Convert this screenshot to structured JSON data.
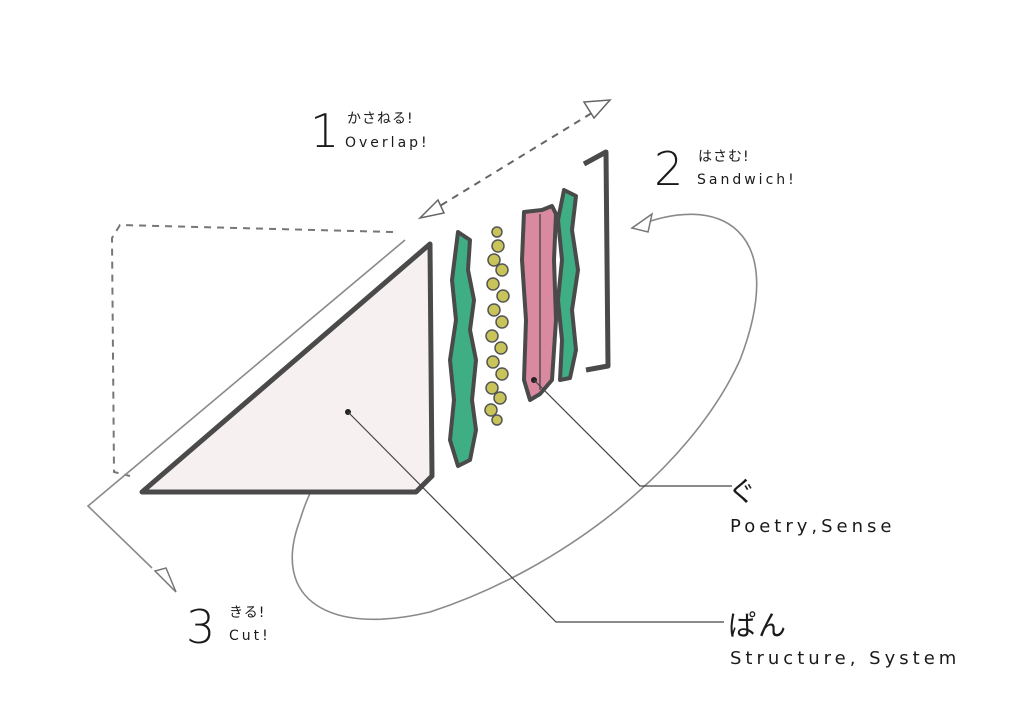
{
  "steps": [
    {
      "number": "1",
      "jp": "かさねる!",
      "en": "Overlap!"
    },
    {
      "number": "2",
      "jp": "はさむ!",
      "en": "Sandwich!"
    },
    {
      "number": "3",
      "jp": "きる!",
      "en": "Cut!"
    }
  ],
  "callouts": {
    "filling": {
      "jp": "ぐ",
      "en": "Poetry,Sense"
    },
    "bread": {
      "jp": "ぱん",
      "en": "Structure, System"
    }
  },
  "colors": {
    "ink": "#555555",
    "outline": "#4a4a4a",
    "bread_fill": "#f7f0f0",
    "lettuce": "#3fae85",
    "egg": "#c9c45a",
    "ham": "#d98aa0",
    "arrow": "#9a9a9a"
  }
}
